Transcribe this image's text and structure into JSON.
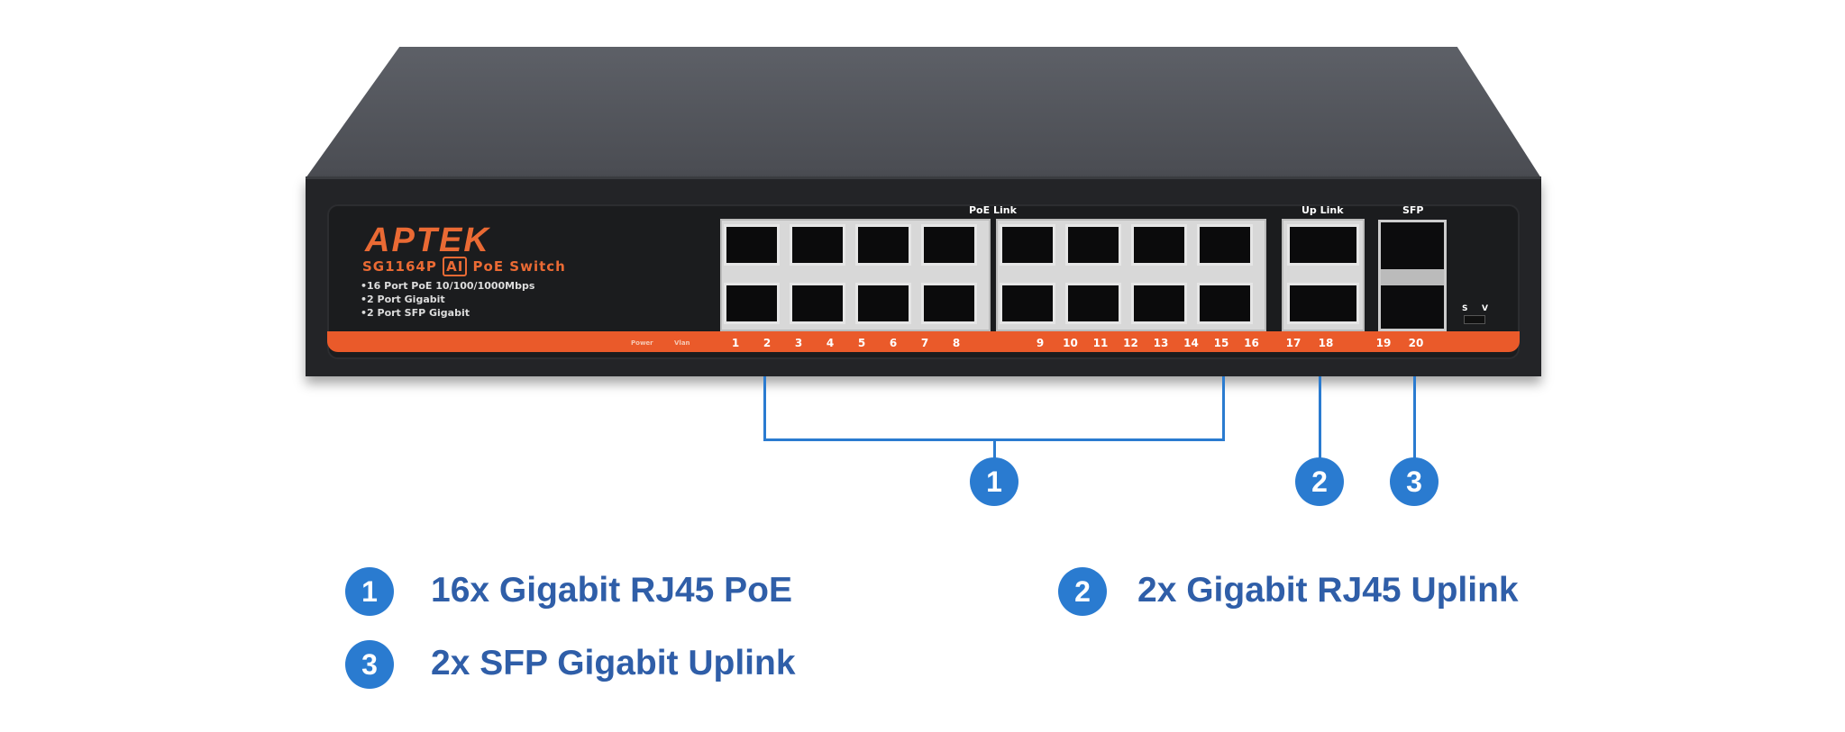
{
  "device": {
    "brand": "APTEK",
    "model": "SG1164P",
    "model_badge": "AI",
    "model_suffix": "PoE Switch",
    "features": [
      "•16 Port PoE 10/100/1000Mbps",
      "•2 Port Gigabit",
      "•2 Port SFP Gigabit"
    ],
    "led_labels": {
      "power": "Power",
      "vlan": "Vlan"
    },
    "group_labels": {
      "poe": "PoE Link",
      "uplink": "Up Link",
      "sfp": "SFP"
    },
    "switch_labels": {
      "s": "S",
      "v": "V"
    },
    "port_numbers": [
      "1",
      "2",
      "3",
      "4",
      "5",
      "6",
      "7",
      "8",
      "9",
      "10",
      "11",
      "12",
      "13",
      "14",
      "15",
      "16",
      "17",
      "18",
      "19",
      "20"
    ]
  },
  "callouts": [
    "1",
    "2",
    "3"
  ],
  "legend": [
    {
      "number": "1",
      "text": "16x Gigabit RJ45 PoE"
    },
    {
      "number": "2",
      "text": "2x Gigabit RJ45 Uplink"
    },
    {
      "number": "3",
      "text": "2x SFP Gigabit Uplink"
    }
  ],
  "colors": {
    "accent": "#2a7bd0",
    "legend_text": "#2f5ea8",
    "brand_orange": "#ea5a2a"
  }
}
